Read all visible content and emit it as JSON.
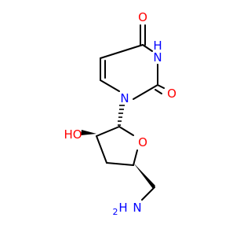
{
  "molecule": {
    "atom_labels": {
      "o_c4": "O",
      "nh": "N",
      "nh_h": "H",
      "o_c2": "O",
      "n1": "N",
      "ho": "HO",
      "o_ring": "O",
      "n_amine": "N",
      "n_amine_h": "H",
      "n_amine_h2": "2"
    },
    "colors": {
      "bond": "#000000",
      "oxygen": "#ff0000",
      "nitrogen": "#0000ff"
    }
  }
}
